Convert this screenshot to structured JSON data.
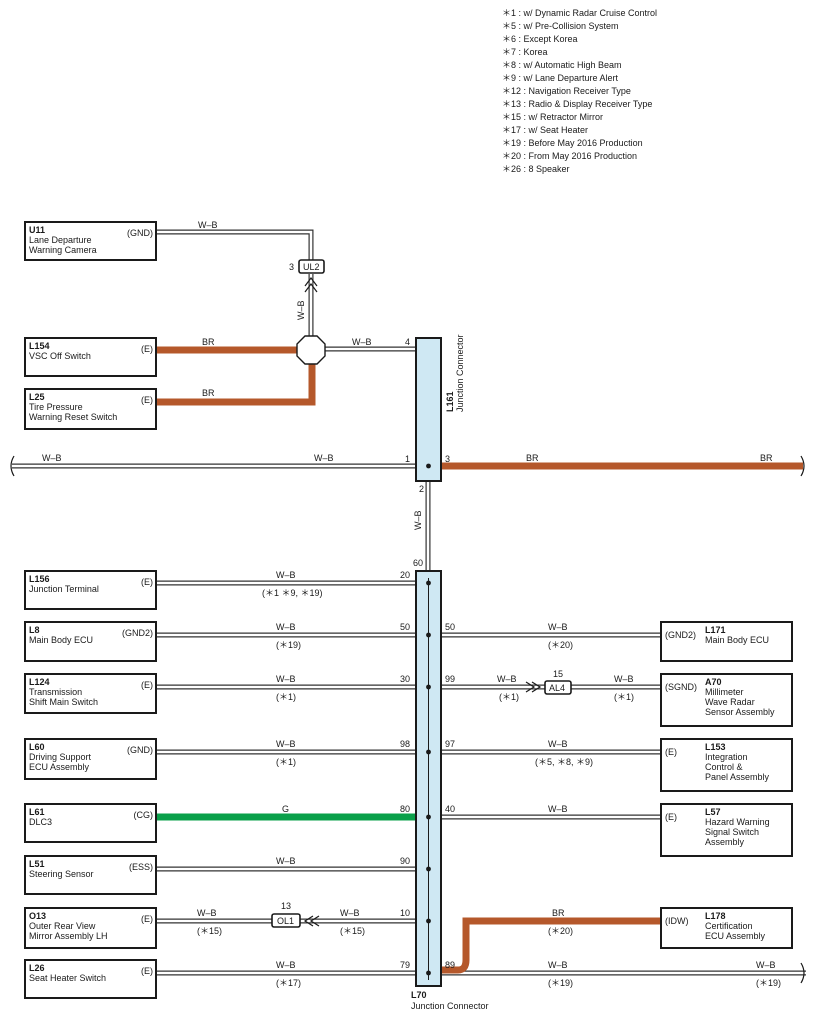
{
  "legend": [
    "＊1 : w/ Dynamic Radar Cruise Control",
    "＊5 : w/ Pre-Collision System",
    "＊6 : Except Korea",
    "＊7 : Korea",
    "＊8 : w/ Automatic High Beam",
    "＊9 : w/ Lane Departure Alert",
    "＊12 : Navigation Receiver Type",
    "＊13 : Radio & Display Receiver Type",
    "＊15 : w/ Retractor Mirror",
    "＊17 : w/ Seat Heater",
    "＊19 : Before May 2016 Production",
    "＊20 : From May 2016 Production",
    "＊26 : 8 Speaker"
  ],
  "colors": {
    "BR": "#b5582b",
    "G": "#0aa04a",
    "WB": "#333333",
    "junction_fill": "#cfe8f3"
  },
  "components": [
    {
      "id": "U11",
      "name1": "Lane Departure",
      "name2": "Warning Camera",
      "name3": "",
      "term": "(GND)"
    },
    {
      "id": "L154",
      "name1": "VSC Off Switch",
      "name2": "",
      "name3": "",
      "term": "(E)"
    },
    {
      "id": "L25",
      "name1": "Tire Pressure",
      "name2": "Warning Reset Switch",
      "name3": "",
      "term": "(E)"
    },
    {
      "id": "L156",
      "name1": "Junction Terminal",
      "name2": "",
      "name3": "",
      "term": "(E)"
    },
    {
      "id": "L8",
      "name1": "Main Body ECU",
      "name2": "",
      "name3": "",
      "term": "(GND2)"
    },
    {
      "id": "L124",
      "name1": "Transmission",
      "name2": "Shift Main Switch",
      "name3": "",
      "term": "(E)"
    },
    {
      "id": "L60",
      "name1": "Driving Support",
      "name2": "ECU Assembly",
      "name3": "",
      "term": "(GND)"
    },
    {
      "id": "L61",
      "name1": "DLC3",
      "name2": "",
      "name3": "",
      "term": "(CG)"
    },
    {
      "id": "L51",
      "name1": "Steering Sensor",
      "name2": "",
      "name3": "",
      "term": "(ESS)"
    },
    {
      "id": "O13",
      "name1": "Outer Rear View",
      "name2": "Mirror Assembly LH",
      "name3": "",
      "term": "(E)"
    },
    {
      "id": "L26",
      "name1": "Seat Heater Switch",
      "name2": "",
      "name3": "",
      "term": "(E)"
    },
    {
      "id": "L171",
      "name1": "Main Body ECU",
      "name2": "",
      "name3": "",
      "name4": "",
      "term": "(GND2)"
    },
    {
      "id": "A70",
      "name1": "Millimeter",
      "name2": "Wave Radar",
      "name3": "Sensor Assembly",
      "term": "(SGND)"
    },
    {
      "id": "L153",
      "name1": "Integration",
      "name2": "Control &",
      "name3": "Panel Assembly",
      "term": "(E)"
    },
    {
      "id": "L57",
      "name1": "Hazard Warning",
      "name2": "Signal Switch",
      "name3": "Assembly",
      "term": "(E)"
    },
    {
      "id": "L178",
      "name1": "Certification",
      "name2": "ECU Assembly",
      "name3": "",
      "term": "(IDW)"
    }
  ],
  "junctions": {
    "L161": {
      "id": "L161",
      "name": "Junction Connector"
    },
    "L70": {
      "id": "L70",
      "name": "Junction Connector"
    }
  },
  "connectors": {
    "UL2": {
      "id": "UL2",
      "pin": "3"
    },
    "AL4": {
      "id": "AL4",
      "pin": "15"
    },
    "OL1": {
      "id": "OL1",
      "pin": "13"
    }
  },
  "wires": {
    "WB": "W–B",
    "BR": "BR",
    "G": "G"
  },
  "pins_l161": {
    "p4": "4",
    "p1": "1",
    "p3": "3",
    "p2": "2"
  },
  "pins_l70_left": [
    "60",
    "20",
    "50",
    "30",
    "98",
    "80",
    "90",
    "10",
    "79"
  ],
  "pins_l70_right": [
    "50",
    "99",
    "97",
    "40",
    "89"
  ],
  "notes": {
    "l156": "(＊1 ＊9, ＊19)",
    "l8": "(＊19)",
    "l124": "(＊1)",
    "a70_left": "(＊1)",
    "a70_right": "(＊1)",
    "l60": "(＊1)",
    "l153": "(＊5, ＊8, ＊9)",
    "l171": "(＊20)",
    "o13_left": "(＊15)",
    "o13_right": "(＊15)",
    "l178": "(＊20)",
    "l26": "(＊17)",
    "l26_right1": "(＊19)",
    "l26_right2": "(＊19)"
  }
}
